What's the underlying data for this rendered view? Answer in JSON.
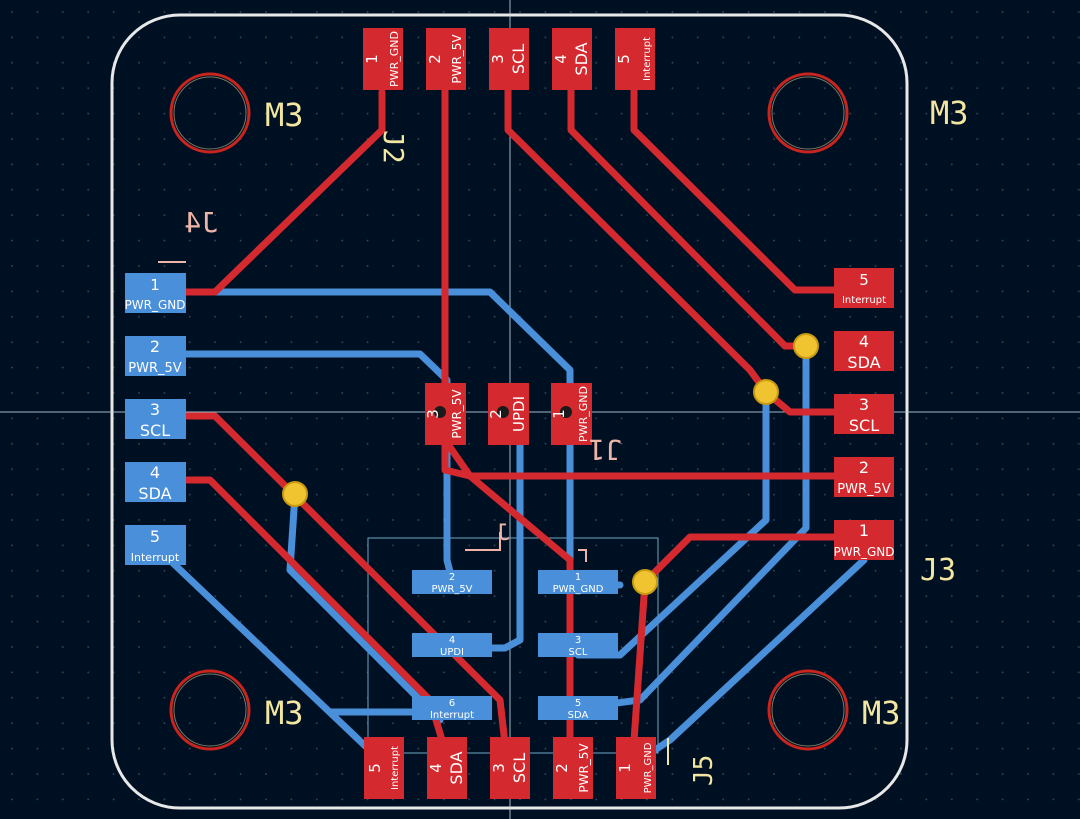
{
  "colors": {
    "background": "#001023",
    "grid_dot": "#3a4a5a",
    "board_outline": "#e8e8e8",
    "crosshair": "#bcd7e6",
    "front_copper": "#d42a2f",
    "back_copper": "#4a8fd9",
    "via": "#f0c430",
    "via_ring": "#c89a10",
    "silkscreen": "#f2e6a0",
    "back_silk": "#efb4a8",
    "hole_ring": "#c9241e",
    "pad_text": "#ffffff",
    "courtyard": "#6aa8c0"
  },
  "mounting_holes": [
    {
      "label": "M3"
    },
    {
      "label": "M3"
    },
    {
      "label": "M3"
    },
    {
      "label": "M3"
    }
  ],
  "connectors": {
    "j2": {
      "ref": "J2",
      "pads": [
        {
          "num": "1",
          "net": "PWR_GND"
        },
        {
          "num": "2",
          "net": "PWR_5V"
        },
        {
          "num": "3",
          "net": "SCL"
        },
        {
          "num": "4",
          "net": "SDA"
        },
        {
          "num": "5",
          "net": "Interrupt"
        }
      ]
    },
    "j4": {
      "ref": "J4",
      "pads": [
        {
          "num": "1",
          "net": "PWR_GND"
        },
        {
          "num": "2",
          "net": "PWR_5V"
        },
        {
          "num": "3",
          "net": "SCL"
        },
        {
          "num": "4",
          "net": "SDA"
        },
        {
          "num": "5",
          "net": "Interrupt"
        }
      ]
    },
    "j3": {
      "ref": "J3",
      "pads": [
        {
          "num": "5",
          "net": "Interrupt"
        },
        {
          "num": "4",
          "net": "SDA"
        },
        {
          "num": "3",
          "net": "SCL"
        },
        {
          "num": "2",
          "net": "PWR_5V"
        },
        {
          "num": "1",
          "net": "PWR_GND"
        }
      ]
    },
    "j5": {
      "ref": "J5",
      "pads": [
        {
          "num": "5",
          "net": "Interrupt"
        },
        {
          "num": "4",
          "net": "SDA"
        },
        {
          "num": "3",
          "net": "SCL"
        },
        {
          "num": "2",
          "net": "PWR_5V"
        },
        {
          "num": "1",
          "net": "PWR_GND"
        }
      ]
    },
    "j1": {
      "ref": "J1",
      "pads": [
        {
          "num": "3",
          "net": "PWR_5V"
        },
        {
          "num": "2",
          "net": "UPDI"
        },
        {
          "num": "1",
          "net": "PWR_GND"
        }
      ]
    },
    "u_back": {
      "ref": "J",
      "pads": [
        {
          "num": "2",
          "net": "PWR_5V"
        },
        {
          "num": "1",
          "net": "PWR_GND"
        },
        {
          "num": "4",
          "net": "UPDI"
        },
        {
          "num": "3",
          "net": "SCL"
        },
        {
          "num": "6",
          "net": "Interrupt"
        },
        {
          "num": "5",
          "net": "SDA"
        }
      ]
    }
  }
}
